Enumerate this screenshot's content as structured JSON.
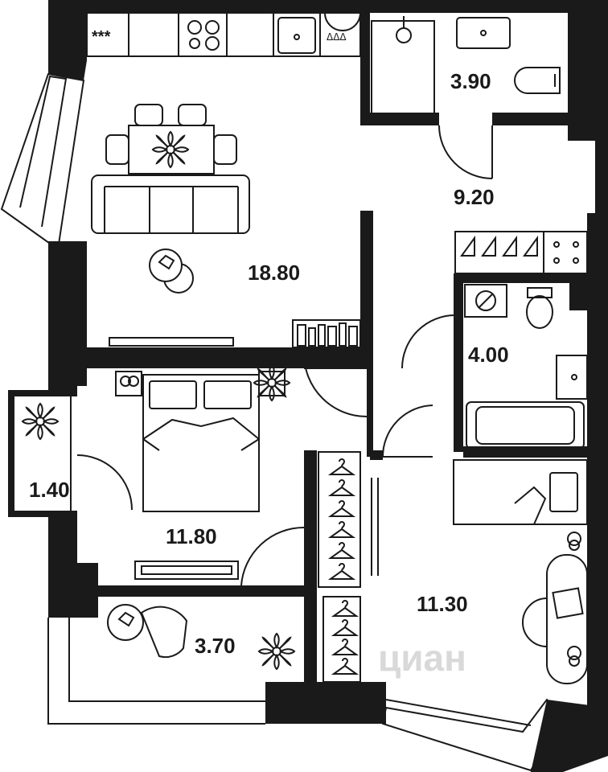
{
  "rooms": {
    "living": "18.80",
    "bath_top": "3.90",
    "hall": "9.20",
    "bath_small": "4.00",
    "loggia_left": "1.40",
    "bedroom": "11.80",
    "balcony": "3.70",
    "kid_room": "11.30"
  },
  "watermark": "циан",
  "icons": {
    "stove_marks": "***",
    "sink_marks": "ᐃᐃᐃ"
  },
  "colors": {
    "wall": "#1a1a1a",
    "floor": "#ffffff",
    "watermark": "#d9d9d9"
  }
}
